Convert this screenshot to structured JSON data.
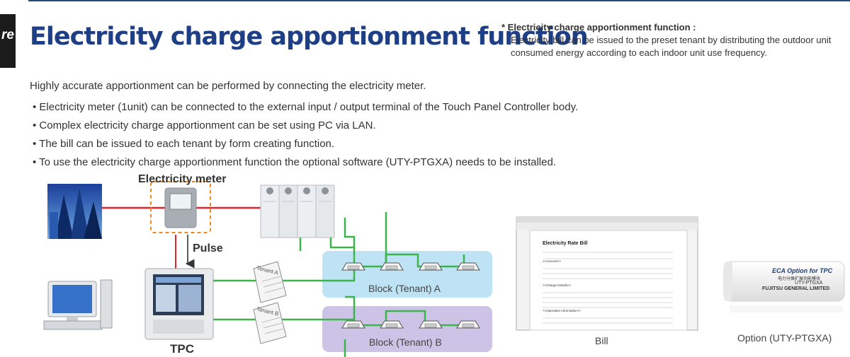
{
  "header": {
    "side_tab": "re",
    "title": "Electricity charge apportionment function"
  },
  "note": {
    "heading": "* Electricity charge apportionment function :",
    "body": "Electricity bill can be issued to the preset tenant by distributing the outdoor unit consumed energy according to each indoor unit use frequency."
  },
  "intro": "Highly accurate apportionment can be performed by connecting the electricity meter.",
  "bullets": [
    "Electricity meter (1unit) can be connected to the external input / output terminal of the Touch Panel Controller body.",
    "Complex electricity charge apportionment can be set using PC via LAN.",
    "The bill can be issued to each tenant by form creating function.",
    "To use the electricity charge apportionment function the optional software (UTY-PTGXA) needs to be installed."
  ],
  "diagram": {
    "electricity_meter_label": "Electricity meter",
    "pulse_label": "Pulse",
    "tpc_label": "TPC",
    "tenant_a_doc": "Tenant A",
    "tenant_b_doc": "Tenant B",
    "block_a_label": "Block (Tenant) A",
    "block_b_label": "Block (Tenant) B",
    "bill_caption": "Bill",
    "option_caption": "Option (UTY-PTGXA)",
    "colors": {
      "power_line": "#e0262d",
      "network_line": "#3bb54a",
      "block_a_bg": "#bde3f5",
      "block_b_bg": "#cdc3e6",
      "meter_box": "#f08a1c"
    }
  },
  "bill_document": {
    "title": "Electricity Rate Bill",
    "section_amount": "<<Amount>>",
    "section_charge": "<<Charge Details>>",
    "section_operation": "<<Operation Information>>"
  },
  "usb_stick": {
    "line1": "ECA Option for TPC",
    "line2": "电力分摊扩展功能模块",
    "line3": "UTY-PTGXA",
    "line4": "FUJITSU GENERAL LIMITED"
  }
}
